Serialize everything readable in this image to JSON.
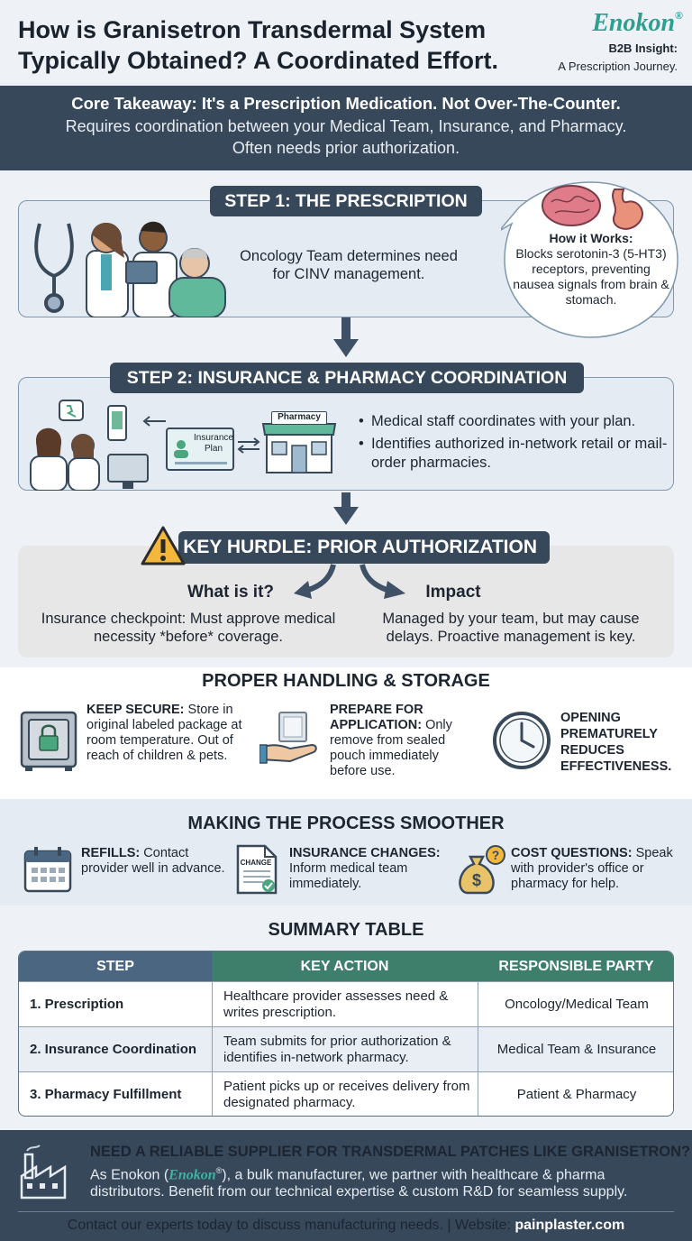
{
  "header": {
    "title": "How is Granisetron Transdermal System Typically Obtained? A Coordinated Effort.",
    "brand": "Enokon",
    "brand_mark": "®",
    "b2b": "B2B Insight:",
    "subtitle": "A Prescription Journey."
  },
  "core": {
    "title": "Core Takeaway: It's a Prescription Medication. Not Over-The-Counter.",
    "line1": "Requires coordination between your Medical Team, Insurance, and Pharmacy.",
    "line2": "Often needs prior authorization."
  },
  "step1": {
    "label": "STEP 1: THE PRESCRIPTION",
    "text": "Oncology Team determines need for CINV management.",
    "bubble_title": "How it Works:",
    "bubble_text": "Blocks serotonin-3 (5-HT3) receptors, preventing nausea signals from brain & stomach."
  },
  "step2": {
    "label": "STEP 2: INSURANCE & PHARMACY COORDINATION",
    "insurance_card": "Insurance Plan",
    "pharmacy_sign": "Pharmacy",
    "bullets": [
      "Medical staff coordinates with your plan.",
      "Identifies authorized in-network retail or mail-order pharmacies."
    ]
  },
  "hurdle": {
    "label": "KEY HURDLE: PRIOR AUTHORIZATION",
    "what_title": "What is it?",
    "what_text": "Insurance checkpoint: Must approve medical necessity *before* coverage.",
    "impact_title": "Impact",
    "impact_text": "Managed by your team, but may cause delays. Proactive management is key."
  },
  "handling": {
    "title": "PROPER HANDLING & STORAGE",
    "keep_bold": "KEEP SECURE:",
    "keep_text": "Store in original labeled package at room temperature. Out of reach of children & pets.",
    "prep_bold": "PREPARE FOR APPLICATION:",
    "prep_text": "Only remove from sealed pouch immediately before use.",
    "open_text": "OPENING PREMATURELY REDUCES EFFECTIVENESS."
  },
  "smoother": {
    "title": "MAKING THE PROCESS SMOOTHER",
    "refill_bold": "REFILLS:",
    "refill_text": "Contact provider well in advance.",
    "change_label": "CHANGE",
    "ins_bold": "INSURANCE CHANGES:",
    "ins_text": "Inform medical team immediately.",
    "cost_bold": "COST QUESTIONS:",
    "cost_text": "Speak with provider's office or pharmacy for help."
  },
  "summary": {
    "title": "SUMMARY TABLE",
    "headers": [
      "STEP",
      "KEY ACTION",
      "RESPONSIBLE PARTY"
    ],
    "header_colors": [
      "#4a6680",
      "#3e7f6b",
      "#3e7f6b"
    ],
    "rows": [
      [
        "1. Prescription",
        "Healthcare provider assesses need & writes prescription.",
        "Oncology/Medical Team"
      ],
      [
        "2. Insurance Coordination",
        "Team submits for prior authorization & identifies in-network pharmacy.",
        "Medical Team & Insurance"
      ],
      [
        "3. Pharmacy Fulfillment",
        "Patient picks up or receives delivery from designated pharmacy.",
        "Patient & Pharmacy"
      ]
    ]
  },
  "footer": {
    "title": "NEED A RELIABLE SUPPLIER FOR TRANSDERMAL PATCHES LIKE GRANISETRON?",
    "l1_pre": "As Enokon (",
    "l1_brand": "Enokon",
    "l1_mark": "®",
    "l1_post": "), a bulk manufacturer, we partner with healthcare & pharma",
    "l2": "distributors. Benefit from our technical expertise & custom R&D for seamless supply.",
    "contact": "Contact our experts today to discuss manufacturing needs. | Website:",
    "site": "painplaster.com"
  },
  "icons": {
    "stethoscope": "stethoscope-icon",
    "brain": "brain-icon",
    "stomach": "stomach-icon",
    "warning": "warning-icon",
    "safe": "safe-lock-icon",
    "pouch": "hand-pouch-icon",
    "clock": "clock-icon",
    "calendar": "calendar-icon",
    "document": "change-document-icon",
    "money": "money-bag-icon",
    "factory": "factory-icon"
  },
  "colors": {
    "navy": "#37485b",
    "teal": "#2e9e8f",
    "panel": "#e4ebf2",
    "warning": "#f3b83b"
  }
}
